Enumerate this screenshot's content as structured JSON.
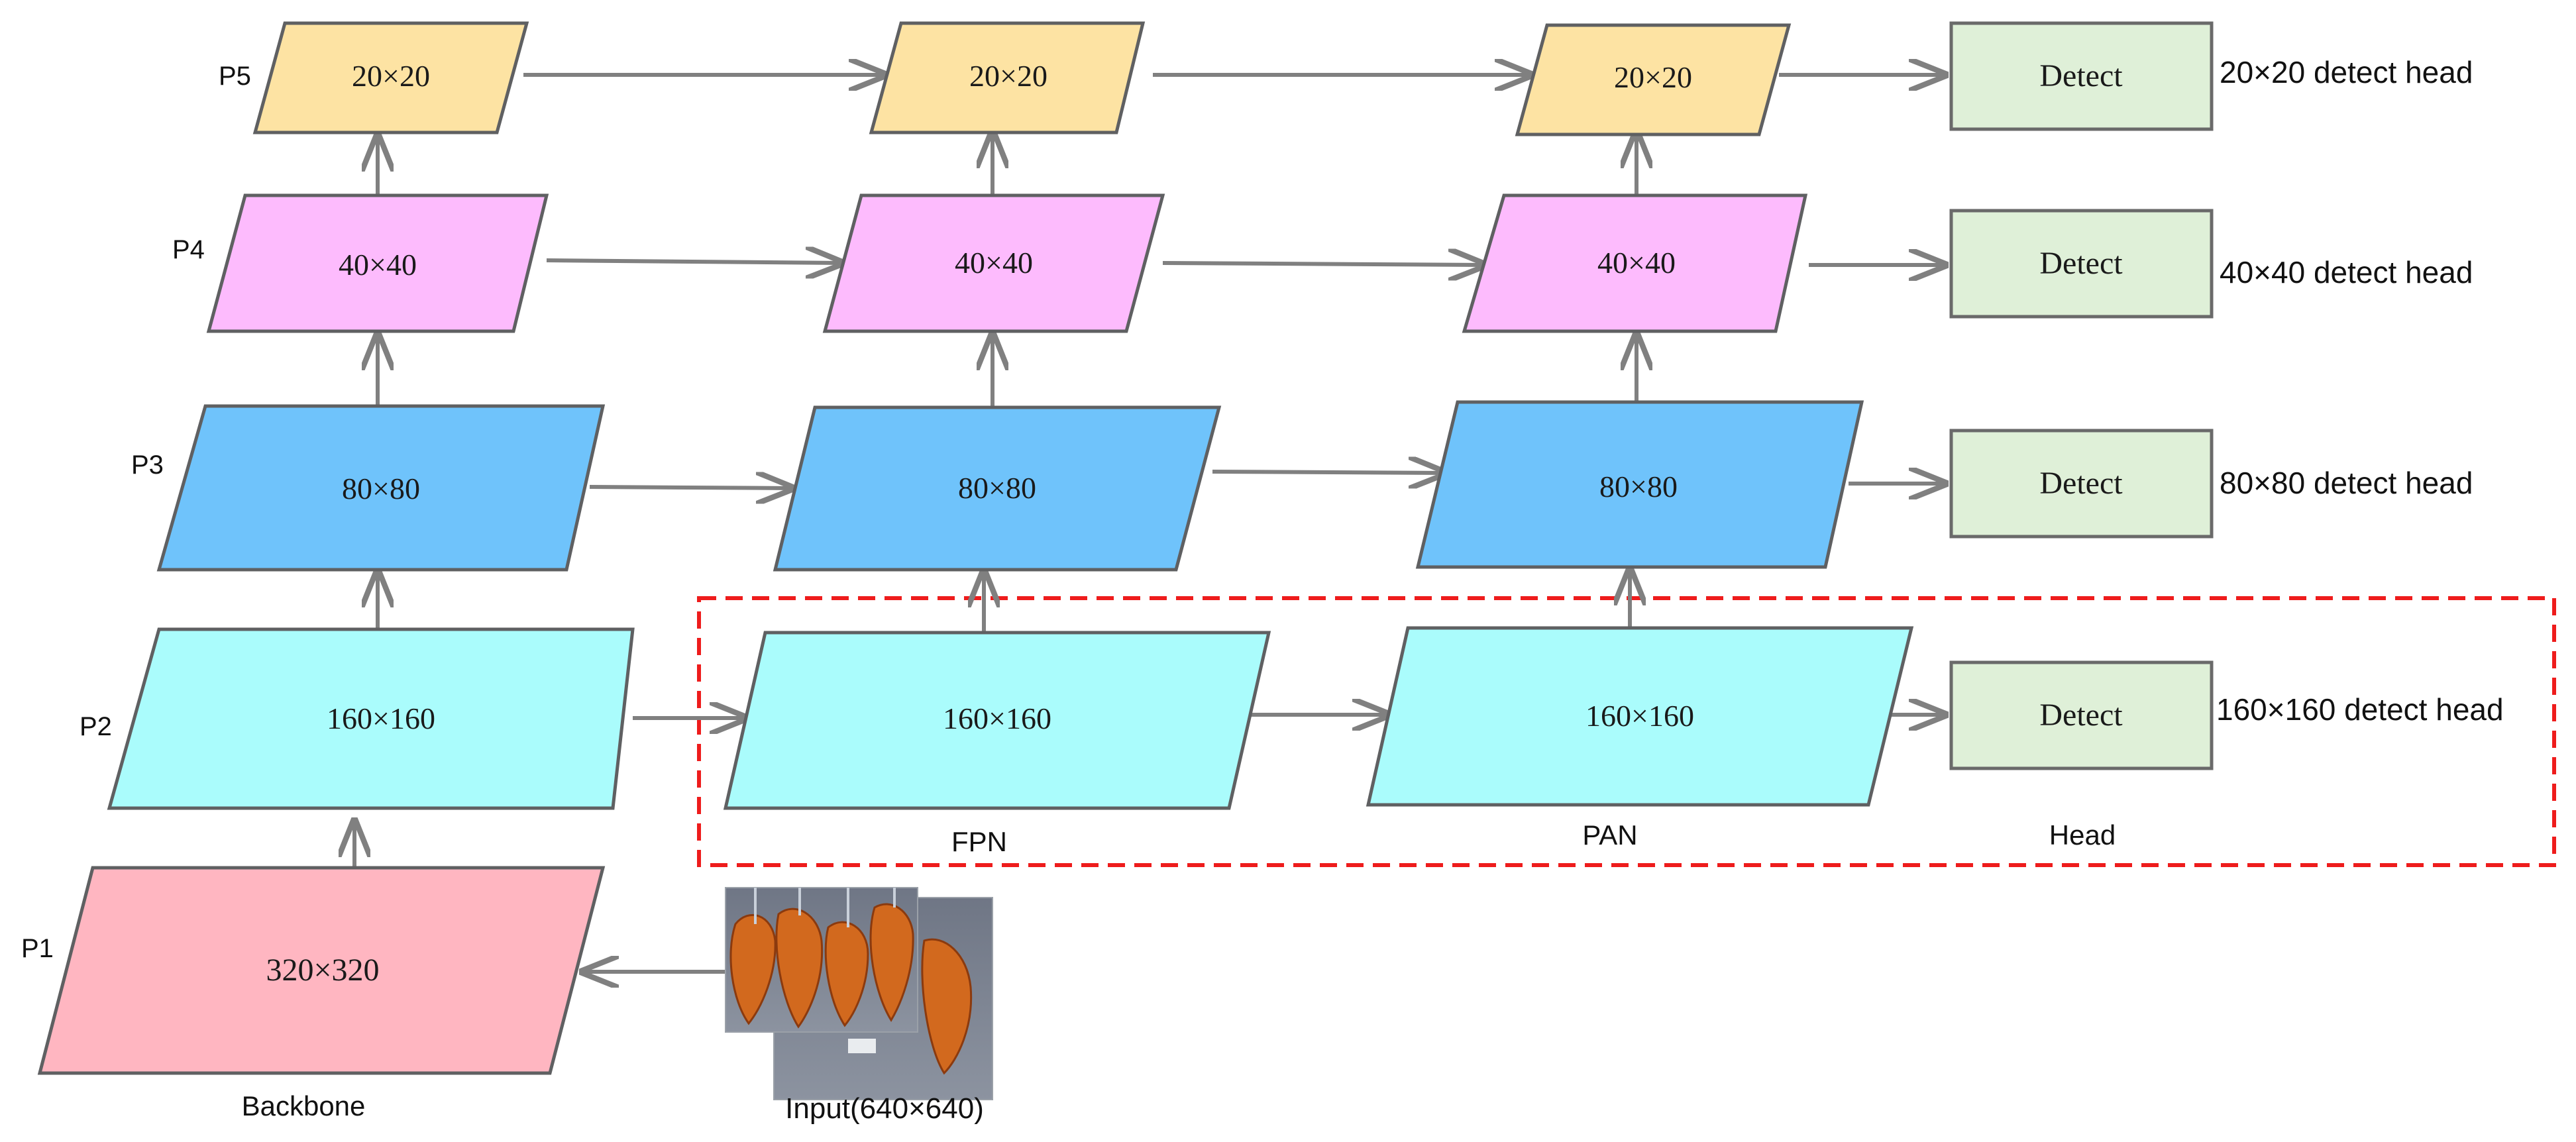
{
  "colors": {
    "p1": "#ffb6c1",
    "p2": "#aafcfc",
    "p3": "#6fc3fb",
    "p4": "#fdbbfd",
    "p5": "#fde3a3",
    "detect": "#dff0d8",
    "arrow": "#808080",
    "highlight_border": "#ee1c1c"
  },
  "levels": {
    "p1": "P1",
    "p2": "P2",
    "p3": "P3",
    "p4": "P4",
    "p5": "P5"
  },
  "backbone": {
    "label": "Backbone",
    "p1": "320×320",
    "p2": "160×160",
    "p3": "80×80",
    "p4": "40×40",
    "p5": "20×20"
  },
  "fpn": {
    "label": "FPN",
    "p2": "160×160",
    "p3": "80×80",
    "p4": "40×40",
    "p5": "20×20"
  },
  "pan": {
    "label": "PAN",
    "p2": "160×160",
    "p3": "80×80",
    "p4": "40×40",
    "p5": "20×20"
  },
  "head": {
    "label": "Head",
    "detect_label": "Detect",
    "outputs": {
      "p5": "20×20 detect head",
      "p4": "40×40 detect head",
      "p3": "80×80 detect head",
      "p2": "160×160 detect head"
    }
  },
  "input": {
    "label": "Input(640×640)"
  },
  "icons": {
    "input": "leaf-photo-icon"
  }
}
